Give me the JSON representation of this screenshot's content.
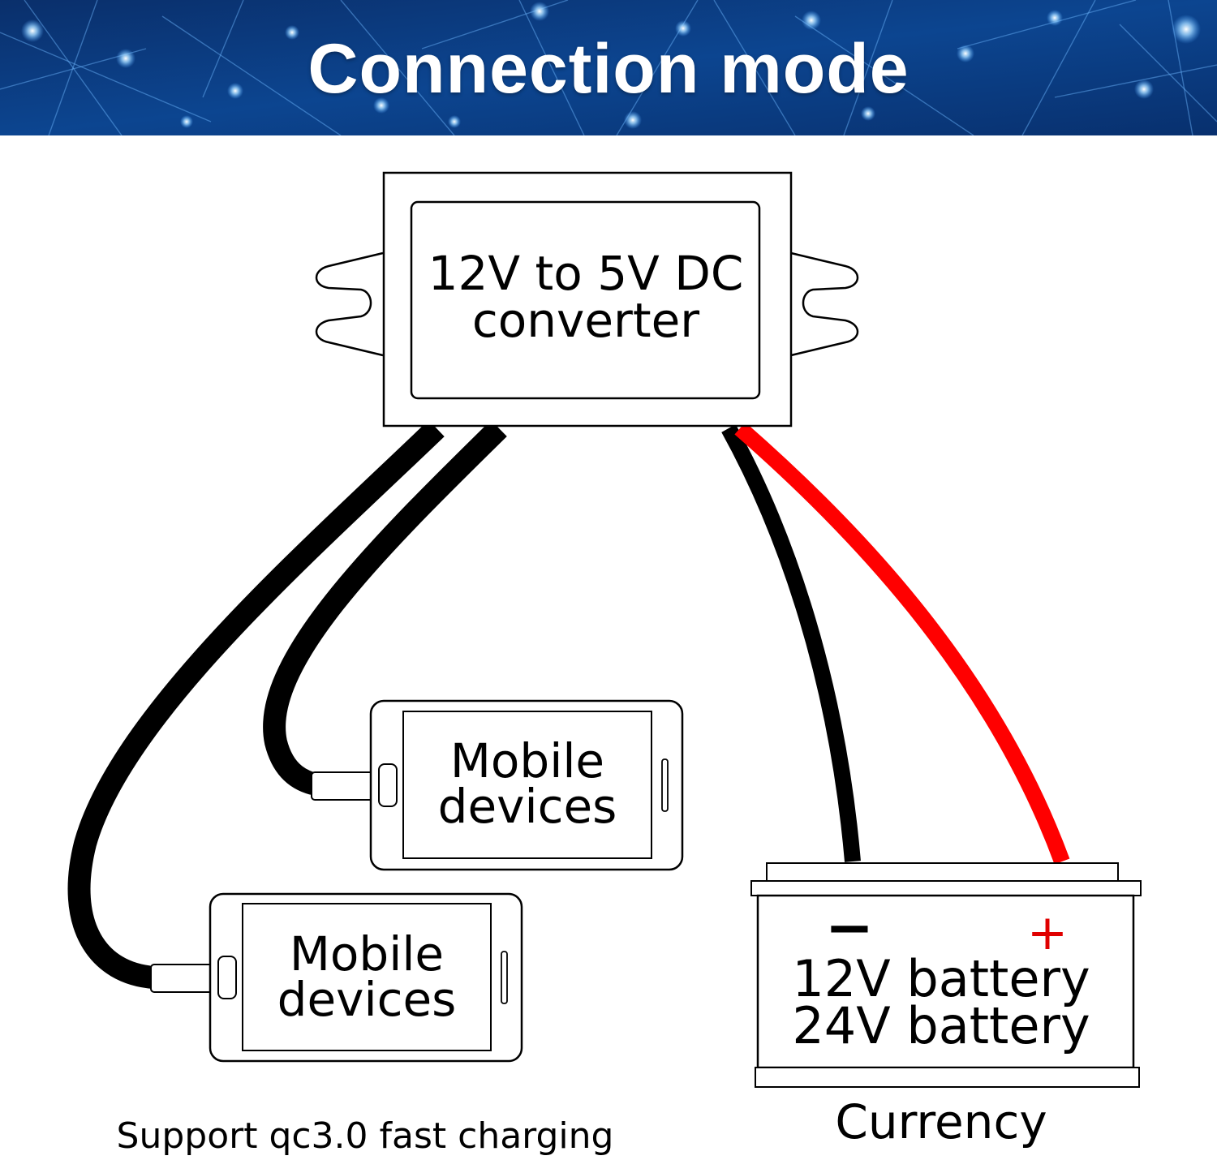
{
  "header": {
    "title": "Connection mode"
  },
  "converter": {
    "label_line1": "12V to 5V DC",
    "label_line2": "converter"
  },
  "mobile_device_1": {
    "label_line1": "Mobile",
    "label_line2": "devices"
  },
  "mobile_device_2": {
    "label_line1": "Mobile",
    "label_line2": "devices"
  },
  "battery": {
    "minus_symbol": "−",
    "plus_symbol": "+",
    "label_line1": "12V battery",
    "label_line2": "24V battery",
    "caption": "Currency"
  },
  "footer": {
    "charging_note": "Support qc3.0 fast charging"
  },
  "colors": {
    "header_background": "#0b3f86",
    "positive_wire": "#ff0000",
    "negative_wire": "#000000",
    "plus_symbol": "#e00000"
  }
}
